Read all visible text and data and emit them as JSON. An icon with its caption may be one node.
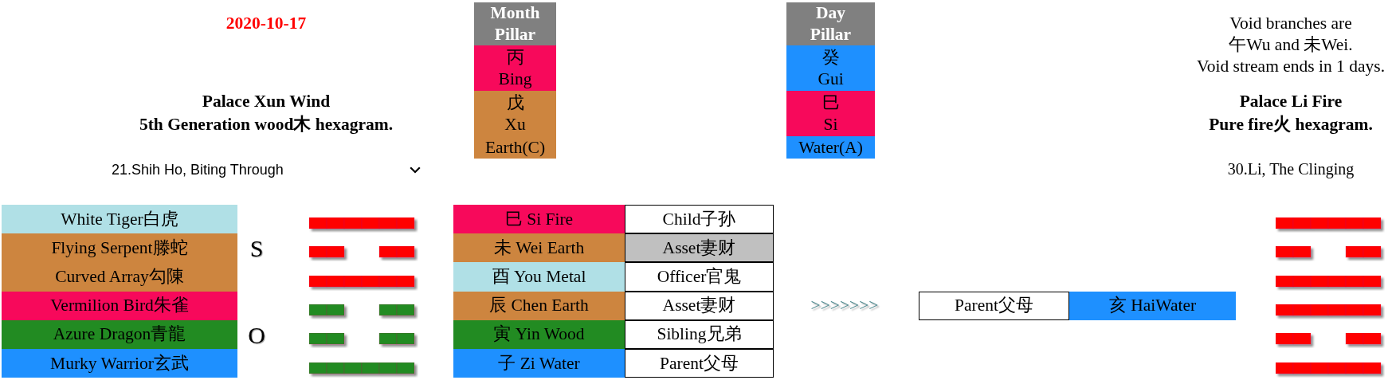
{
  "diagram": {
    "nodes": [
      {
        "text": [
          "Month Pillar"
        ]
      },
      {
        "text": [
          "丙",
          "Bing"
        ]
      },
      {
        "text": [
          "戊",
          "Xu"
        ]
      },
      {
        "text": [
          "Earth(C)"
        ]
      },
      {
        "text": [
          "Day Pillar"
        ]
      },
      {
        "text": [
          "癸",
          "Gui"
        ]
      },
      {
        "text": [
          "巳",
          "Si"
        ]
      },
      {
        "text": [
          "Water(A)"
        ]
      },
      {
        "text": [
          "White Tiger白虎"
        ]
      },
      {
        "text": [
          "Flying Serpent滕蛇"
        ]
      },
      {
        "text": [
          "Curved Array勾陳"
        ]
      },
      {
        "text": [
          "Vermilion Bird朱雀"
        ]
      },
      {
        "text": [
          "Azure Dragon青龍"
        ]
      },
      {
        "text": [
          "Murky Warrior玄武"
        ]
      },
      {
        "text": [
          "巳 Si Fire"
        ]
      },
      {
        "text": [
          "Child子孙"
        ]
      },
      {
        "text": [
          "未 Wei Earth"
        ]
      },
      {
        "text": [
          "Asset妻财"
        ]
      },
      {
        "text": [
          "酉 You Metal"
        ]
      },
      {
        "text": [
          "Officer官鬼"
        ]
      },
      {
        "text": [
          "辰 Chen Earth"
        ]
      },
      {
        "text": [
          "Asset妻财"
        ]
      },
      {
        "text": [
          "寅 Yin Wood"
        ]
      },
      {
        "text": [
          "Sibling兄弟"
        ]
      },
      {
        "text": [
          "子 Zi Water"
        ]
      },
      {
        "text": [
          "Parent父母"
        ]
      },
      {
        "text": [
          "Parent父母"
        ]
      },
      {
        "text": [
          "亥 HaiWater"
        ]
      }
    ],
    "labels": [
      "2020-10-17",
      "Void branches are 午Wu and 未Wei.",
      "Void stream ends in 1 days.",
      "Palace Xun Wind",
      "5th Generation wood木 hexagram.",
      "Palace Li Fire",
      "Pure fire火 hexagram.",
      "21.Shih Ho, Biting Through",
      "30.Li, The Clinging",
      "S",
      "O",
      ">>>>>>>"
    ]
  }
}
